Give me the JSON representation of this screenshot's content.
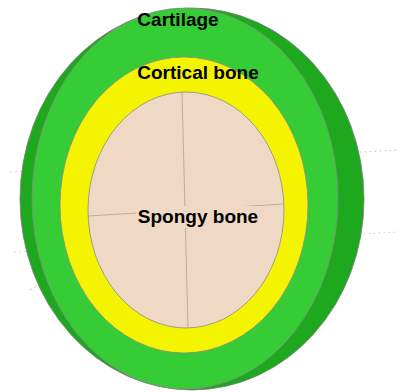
{
  "diagram": {
    "nodes": [
      {
        "text": [
          "Cartilage"
        ]
      },
      {
        "text": [
          "Cortical bone"
        ],
        "in": 0
      },
      {
        "text": [
          "Spongy bone"
        ],
        "in": 1
      }
    ]
  }
}
